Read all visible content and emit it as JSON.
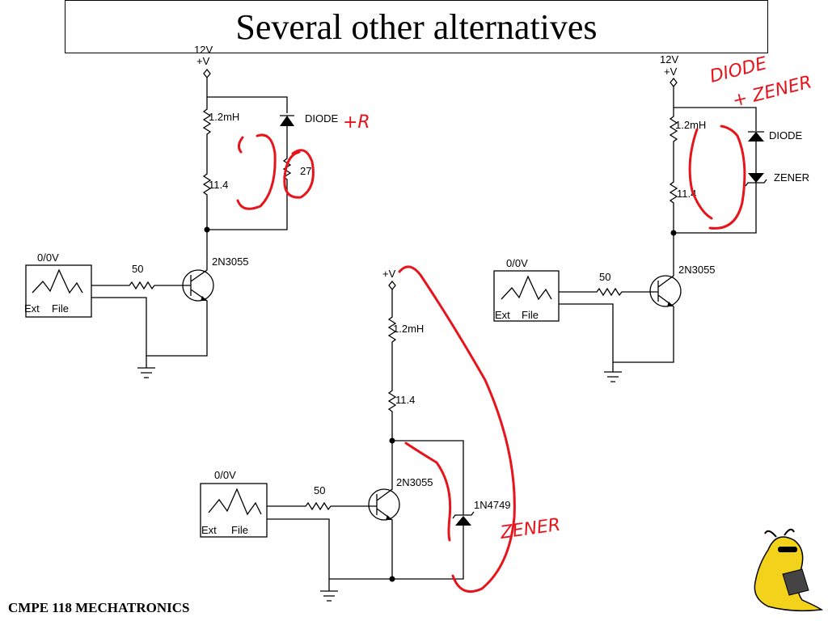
{
  "title": "Several other alternatives",
  "footer": "CMPE 118 MECHATRONICS",
  "circuit_left": {
    "supply_voltage": "12V",
    "supply_plus": "+V",
    "inductor": "1.2mH",
    "resistor_coil": "11.4",
    "diode": "DIODE",
    "snubber_resistor": "27",
    "transistor": "2N3055",
    "base_resistor": "50",
    "source_value": "0/0V",
    "source_ext": "Ext",
    "source_file": "File"
  },
  "circuit_right": {
    "supply_voltage": "12V",
    "supply_plus": "+V",
    "inductor": "1.2mH",
    "resistor_coil": "11.4",
    "diode": "DIODE",
    "zener": "ZENER",
    "transistor": "2N3055",
    "base_resistor": "50",
    "source_value": "0/0V",
    "source_ext": "Ext",
    "source_file": "File"
  },
  "circuit_bottom": {
    "supply_plus": "+V",
    "inductor": "1.2mH",
    "resistor_coil": "11.4",
    "transistor": "2N3055",
    "zener_part": "1N4749",
    "base_resistor": "50",
    "source_value": "0/0V",
    "source_ext": "Ext",
    "source_file": "File"
  },
  "annotations": {
    "left": "+R",
    "right_line1": "DIODE",
    "right_line2": "+ ZENER",
    "bottom": "ZENER"
  },
  "colors": {
    "ink": "#e8141b",
    "mascot": "#f2d21b"
  }
}
